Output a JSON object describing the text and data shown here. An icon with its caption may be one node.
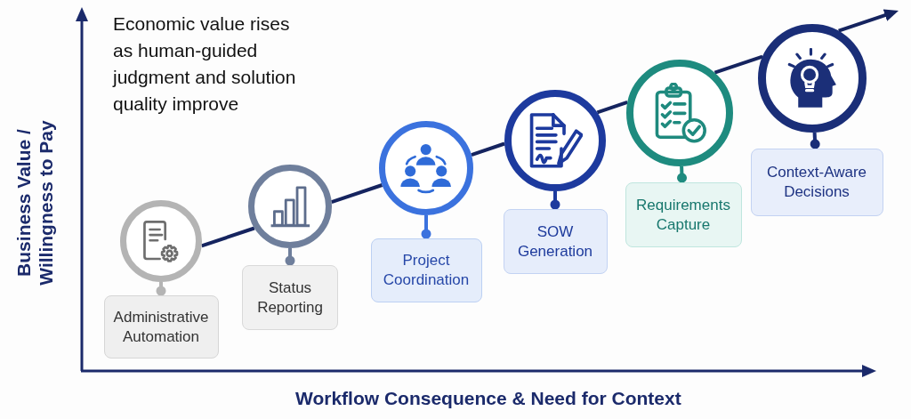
{
  "diagram": {
    "nodes": [
      {
        "text": [],
        "shape": "circle"
      },
      {
        "text": [
          "Administrative Automation"
        ]
      },
      {
        "text": [],
        "shape": "circle"
      },
      {
        "text": [
          "Status Reporting"
        ]
      },
      {
        "text": [],
        "shape": "circle"
      },
      {
        "text": [
          "Project Coordination"
        ]
      },
      {
        "text": [],
        "shape": "circle"
      },
      {
        "text": [
          "SOW Generation"
        ]
      },
      {
        "text": [],
        "shape": "circle"
      },
      {
        "text": [
          "Requirements Capture"
        ]
      },
      {
        "text": [],
        "shape": "circle"
      },
      {
        "text": [
          "Context-Aware Decisions"
        ]
      }
    ],
    "edges": [
      {
        "from": 0,
        "to": 2,
        "arrow": "none"
      },
      {
        "from": 2,
        "to": 4,
        "arrow": "none"
      },
      {
        "from": 4,
        "to": 6,
        "arrow": "none"
      },
      {
        "from": 6,
        "to": 8,
        "arrow": "none"
      },
      {
        "from": 8,
        "to": 10,
        "arrow": "none"
      },
      {
        "from": 10,
        "to": null,
        "arrow": "to"
      },
      {
        "from": 0,
        "to": 1,
        "arrow": "other",
        "color": "#b4b4b4"
      },
      {
        "from": 2,
        "to": 3,
        "arrow": "other",
        "color": "#6f7f9c"
      },
      {
        "from": 4,
        "to": 5,
        "arrow": "other",
        "color": "#3b72de"
      },
      {
        "from": 6,
        "to": 7,
        "arrow": "other",
        "color": "#1d3a9e"
      },
      {
        "from": 8,
        "to": 9,
        "arrow": "other",
        "color": "#1e8b7f"
      },
      {
        "from": 10,
        "to": 11,
        "arrow": "other",
        "color": "#1a2e78"
      }
    ],
    "labels": [
      "Economic value rises as human-guided judgment and solution quality improve",
      "Business Value / Willingness to Pay",
      "Workflow Consequence & Need for Context"
    ]
  }
}
